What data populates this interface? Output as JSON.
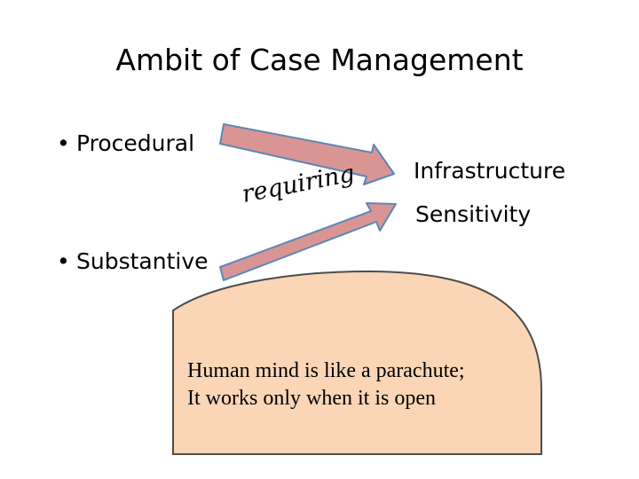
{
  "title": "Ambit of Case Management",
  "bullets": {
    "procedural": "Procedural",
    "substantive": "Substantive",
    "marker": "•"
  },
  "connector_label": "requiring",
  "targets": {
    "infrastructure": "Infrastructure",
    "sensitivity": "Sensitivity"
  },
  "quote": {
    "line1": "Human mind is like a parachute;",
    "line2": "It works only when it is open"
  },
  "colors": {
    "arrow_fill": "#d99594",
    "arrow_stroke": "#5b87b8",
    "callout_fill": "#fad6b6",
    "callout_stroke": "#4d4d4d"
  }
}
